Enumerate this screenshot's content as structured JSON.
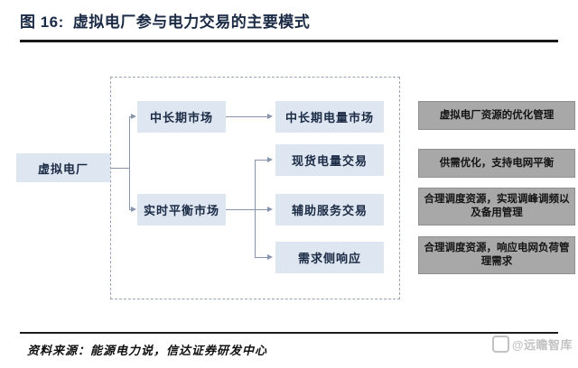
{
  "header": {
    "figure_label": "图 16:",
    "figure_title": "虚拟电厂参与电力交易的主要模式"
  },
  "diagram": {
    "root": {
      "label": "虚拟电厂"
    },
    "markets": [
      {
        "label": "中长期市场"
      },
      {
        "label": "实时平衡市场"
      }
    ],
    "trades": [
      {
        "label": "中长期电量市场"
      },
      {
        "label": "现货电量交易"
      },
      {
        "label": "辅助服务交易"
      },
      {
        "label": "需求侧响应"
      }
    ],
    "notes": [
      {
        "label": "虚拟电厂资源的优化管理"
      },
      {
        "label": "供需优化，支持电网平衡"
      },
      {
        "label": "合理调度资源，实现调峰调频以及备用管理"
      },
      {
        "label": "合理调度资源，响应电网负荷管理需求"
      }
    ]
  },
  "footer": {
    "source": "资料来源：能源电力说，信达证券研发中心",
    "watermark": "@远瞻智库",
    "watermark_icon": "rounded-square-logo"
  },
  "colors": {
    "box_fill": "#dde6f1",
    "note_fill": "#a8a8a8",
    "connector": "#8894ad",
    "title_text": "#1b2a45",
    "rule": "#1b1b1b",
    "dashed_border": "#9aa3b5"
  }
}
